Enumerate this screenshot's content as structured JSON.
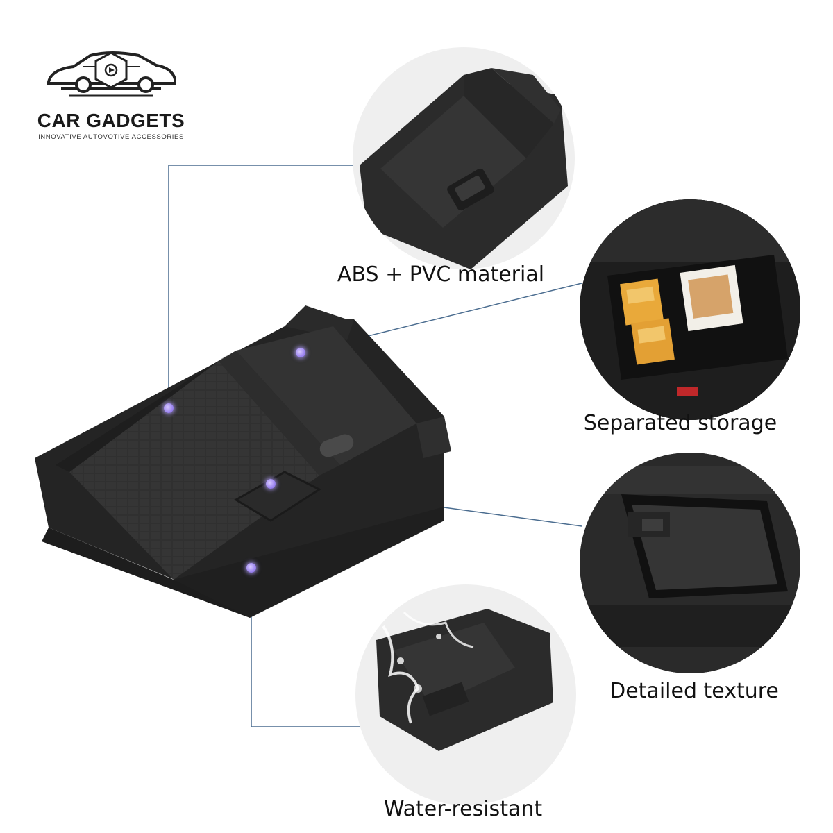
{
  "brand": {
    "name": "CAR GADGETS",
    "tagline": "INNOVATIVE AUTOVOTIVE ACCESSORIES"
  },
  "features": [
    {
      "label": "ABS + PVC material"
    },
    {
      "label": "Separated storage"
    },
    {
      "label": "Detailed texture"
    },
    {
      "label": "Water-resistant"
    }
  ],
  "colors": {
    "connector": "#4a6c8f",
    "dot": "#a08cf2",
    "product": "#2b2b2b"
  }
}
